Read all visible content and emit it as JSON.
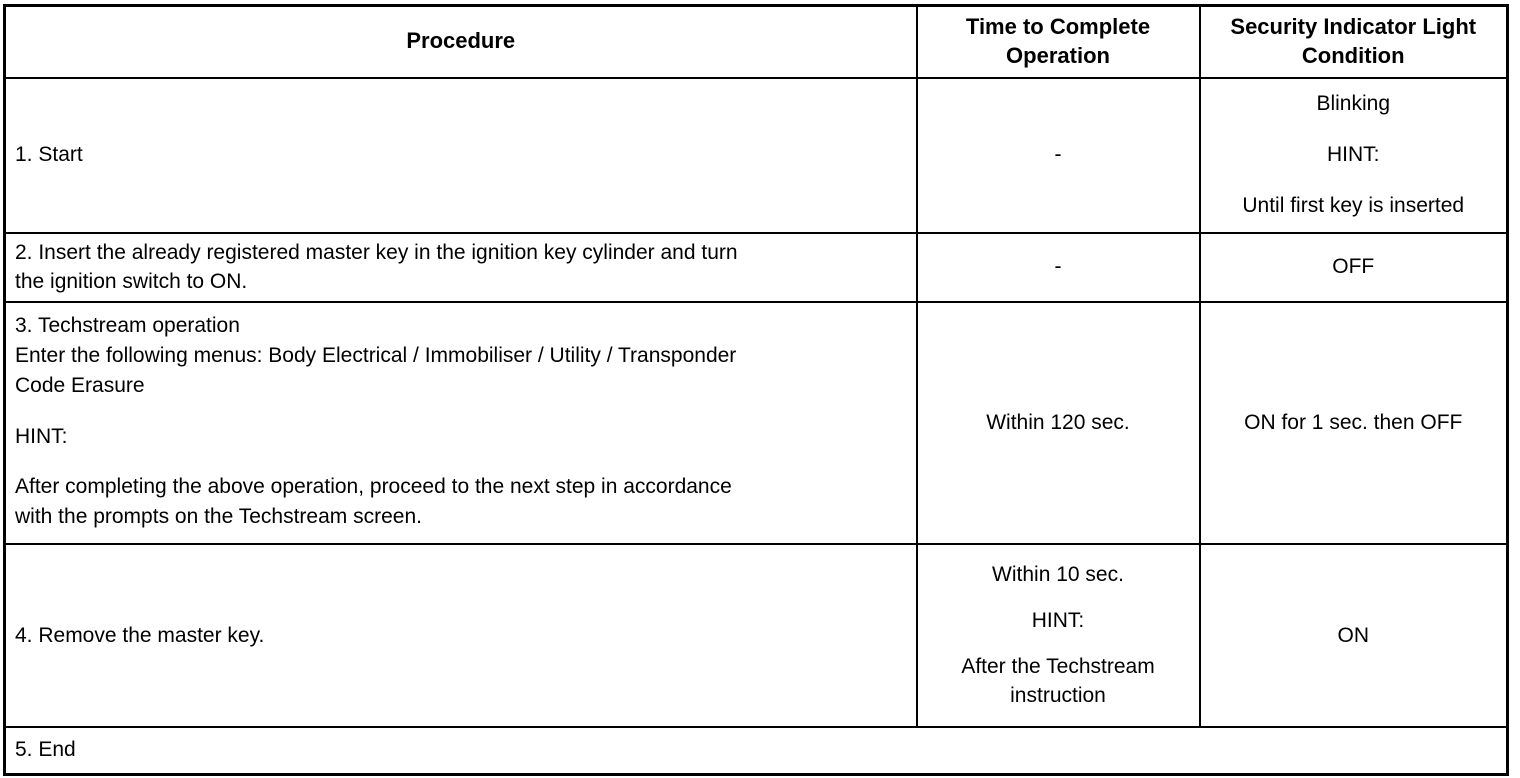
{
  "table": {
    "headers": [
      "Procedure",
      "Time to Complete Operation",
      "Security Indicator Light Condition"
    ],
    "header_lines": {
      "col2_line1": "Time to Complete",
      "col2_line2": "Operation",
      "col3_line1": "Security Indicator Light",
      "col3_line2": "Condition"
    },
    "rows": [
      {
        "id": "row-1",
        "procedure": {
          "lines": [
            "1. Start"
          ]
        },
        "time_to_complete": {
          "lines": [
            "-"
          ]
        },
        "indicator_light": {
          "lines": [
            "Blinking",
            "HINT:",
            "Until first key is inserted"
          ]
        }
      },
      {
        "id": "row-2",
        "procedure": {
          "lines": [
            "2. Insert the already registered master key in the ignition key cylinder and turn",
            "the ignition switch to ON."
          ]
        },
        "time_to_complete": {
          "lines": [
            "-"
          ]
        },
        "indicator_light": {
          "lines": [
            "OFF"
          ]
        }
      },
      {
        "id": "row-3",
        "procedure": {
          "lines": [
            "3. Techstream operation",
            "Enter the following menus: Body Electrical / Immobiliser / Utility / Transponder",
            "Code Erasure"
          ],
          "hint_label": "HINT:",
          "hint_lines": [
            "After completing the above operation, proceed to the next step in accordance",
            "with the prompts on the Techstream screen."
          ]
        },
        "time_to_complete": {
          "lines": [
            "Within 120 sec."
          ]
        },
        "indicator_light": {
          "lines": [
            "ON for 1 sec. then OFF"
          ]
        }
      },
      {
        "id": "row-4",
        "procedure": {
          "lines": [
            "4. Remove the master key."
          ]
        },
        "time_to_complete": {
          "lines": [
            "Within 10 sec.",
            "HINT:",
            "After the Techstream",
            "instruction"
          ]
        },
        "indicator_light": {
          "lines": [
            "ON"
          ]
        }
      }
    ],
    "footer_row": {
      "id": "row-5",
      "text": "5. End"
    }
  },
  "style": {
    "border_color": "#000000",
    "text_color": "#000000",
    "background": "#ffffff"
  }
}
